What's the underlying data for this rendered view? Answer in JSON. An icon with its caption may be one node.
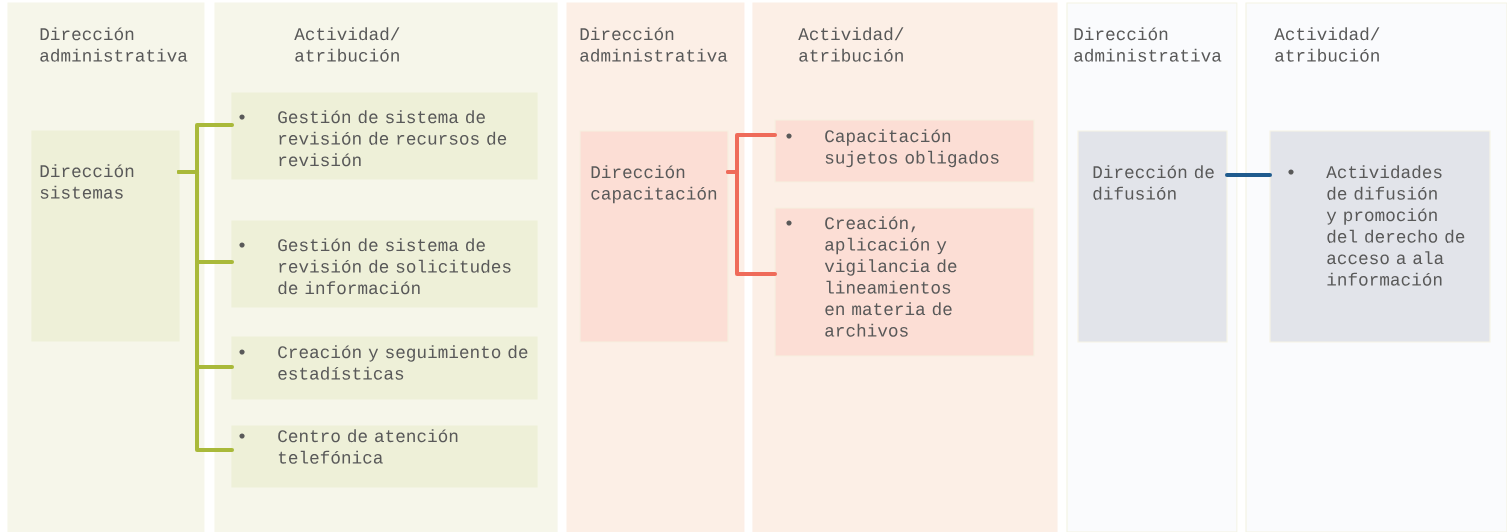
{
  "diagram": {
    "nodes": [
      {
        "text": [
          "Dirección administrativa"
        ]
      },
      {
        "text": [
          "Dirección sistemas"
        ],
        "in": 0
      },
      {
        "text": [
          "Actividad/ atribución"
        ]
      },
      {
        "text": [
          "Gestión de sistema de revisión de recursos de revisión"
        ],
        "in": 2
      },
      {
        "text": [
          "Gestión de sistema de revisión de solicitudes de información"
        ],
        "in": 2
      },
      {
        "text": [
          "Creación y seguimiento de estadísticas"
        ],
        "in": 2
      },
      {
        "text": [
          "Centro de atención telefónica"
        ],
        "in": 2
      },
      {
        "text": [
          "Dirección administrativa"
        ]
      },
      {
        "text": [
          "Dirección capacitación"
        ],
        "in": 7
      },
      {
        "text": [
          "Actividad/ atribución"
        ]
      },
      {
        "text": [
          "Capacitación sujetos obligados"
        ],
        "in": 9
      },
      {
        "text": [
          "Creación, aplicación y vigilancia de lineamientos en materia de archivos"
        ],
        "in": 9
      },
      {
        "text": [
          "Dirección administrativa"
        ]
      },
      {
        "text": [
          "Dirección de difusión"
        ],
        "in": 12
      },
      {
        "text": [
          "Actividad/ atribución"
        ]
      },
      {
        "text": [
          "Actividades de difusión y promoción del derecho de acceso a ala información"
        ],
        "in": 14
      }
    ],
    "edges": [
      {
        "from": 1,
        "to": 3,
        "arrow": "none",
        "color": "#a9b93a"
      },
      {
        "from": 1,
        "to": 4,
        "arrow": "none",
        "color": "#a9b93a"
      },
      {
        "from": 1,
        "to": 5,
        "arrow": "none",
        "color": "#a9b93a"
      },
      {
        "from": 1,
        "to": 6,
        "arrow": "none",
        "color": "#a9b93a"
      },
      {
        "from": 8,
        "to": 10,
        "arrow": "none",
        "color": "#ef6b5a"
      },
      {
        "from": 8,
        "to": 11,
        "arrow": "none",
        "color": "#ef6b5a"
      },
      {
        "from": 13,
        "to": 15,
        "arrow": "none",
        "color": "#1f5b8e"
      }
    ]
  }
}
